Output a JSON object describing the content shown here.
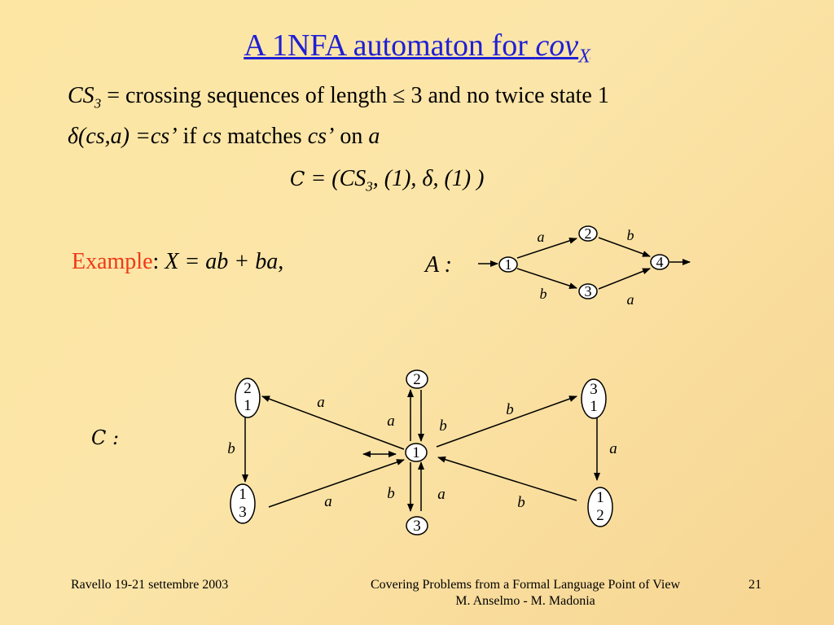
{
  "title": {
    "prefix": "A 1NFA automaton for ",
    "cov": "cov",
    "sub": "X"
  },
  "line1": {
    "cs": "CS",
    "sub": "3",
    "rest": " = crossing sequences of length ≤ 3 and no twice state 1"
  },
  "line2": {
    "delta": "δ",
    "expr": "(cs,a) =cs’",
    "if": " if ",
    "cs": "cs",
    "matches": " matches ",
    "csp": "cs’",
    "on": " on ",
    "a": "a"
  },
  "line3": {
    "c": "C",
    "eq": " = (",
    "cs": "CS",
    "sub": "3",
    "rest": ", (1), δ, (1) )"
  },
  "example": {
    "label": "Example",
    "colon": ": ",
    "formula": "X = ab + ba,"
  },
  "automaton_a": {
    "label": "A :",
    "states": [
      "1",
      "2",
      "3",
      "4"
    ],
    "edge_labels": {
      "1_2": "a",
      "2_4": "b",
      "1_3": "b",
      "3_4": "a"
    }
  },
  "automaton_c": {
    "label": "C :",
    "states": {
      "s21": [
        "2",
        "1"
      ],
      "s13": [
        "1",
        "3"
      ],
      "s2": "2",
      "s1": "1",
      "s3": "3",
      "s31": [
        "3",
        "1"
      ],
      "s12": [
        "1",
        "2"
      ]
    },
    "edge_labels": {
      "n1_to_21": "a",
      "s21_to_13": "b",
      "s13_to_1": "a",
      "n1_to_2": "a",
      "s2_to_1": "b",
      "n1_to_3": "b",
      "s3_to_1": "a",
      "n1_to_31": "b",
      "s31_to_12": "a",
      "s12_to_1": "b"
    }
  },
  "footer": {
    "left": "Ravello 19-21 settembre 2003",
    "center_line1": "Covering Problems from a Formal Language Point of View",
    "center_line2": "M. Anselmo - M. Madonia",
    "page": "21"
  }
}
